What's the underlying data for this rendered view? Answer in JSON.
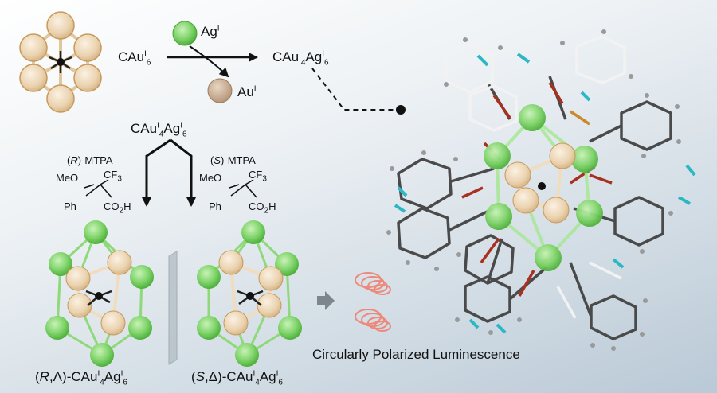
{
  "reaction": {
    "reactant": "CAu",
    "reactant_ox": "I",
    "reactant_n": "6",
    "added_metal": "Ag",
    "added_ox": "I",
    "released_metal": "Au",
    "released_ox": "I",
    "product_pre": "CAu",
    "product_ox1": "I",
    "product_n1": "4",
    "product_mid": "Ag",
    "product_ox2": "I",
    "product_n2": "6"
  },
  "resolution": {
    "start_pre": "CAu",
    "start_ox1": "I",
    "start_n1": "4",
    "start_mid": "Ag",
    "start_ox2": "I",
    "start_n2": "6",
    "left_config": "R",
    "left_reagent": "-MTPA",
    "right_config": "S",
    "right_reagent": "-MTPA",
    "meo": "MeO",
    "cf3": "CF",
    "cf3_n": "3",
    "ph": "Ph",
    "co2h_a": "CO",
    "co2h_n": "2",
    "co2h_b": "H"
  },
  "products": {
    "left_open": "(",
    "left_cfg": "R",
    "left_sep": ",Λ)",
    "left_formula": "-CAu",
    "left_ox1": "I",
    "left_n1": "4",
    "left_mid": "Ag",
    "left_ox2": "I",
    "left_n2": "6",
    "right_open": "(",
    "right_cfg": "S",
    "right_sep": ",Δ)",
    "right_formula": "-CAu",
    "right_ox1": "I",
    "right_n1": "4",
    "right_mid": "Ag",
    "right_ox2": "I",
    "right_n2": "6"
  },
  "cpl_label": "Circularly Polarized Luminescence",
  "colors": {
    "gold_atom": "#e9d3b3",
    "silver_atom": "#7fd46a",
    "bond_dark": "#333333",
    "bond_red": "#a8301f",
    "bond_cyan": "#2bb7c4",
    "cpl_red": "#f08070"
  },
  "icons": [
    "cau6-cluster-icon",
    "ag-atom-icon",
    "au-atom-icon",
    "cluster-r-icon",
    "cluster-s-icon",
    "mirror-plane-icon",
    "cpl-light-icon",
    "crystal-structure-icon",
    "reaction-arrow-icon"
  ]
}
